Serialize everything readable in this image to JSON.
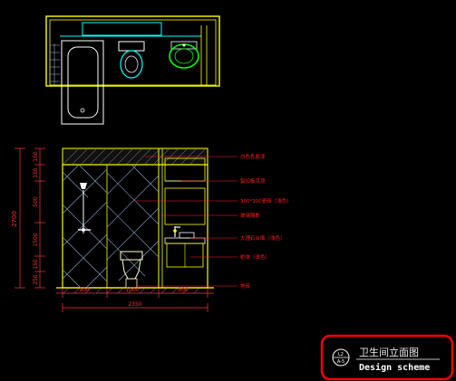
{
  "colors": {
    "background": "#000000",
    "outline": "#ffff00",
    "fixture": "#00ffff",
    "basin": "#00ff00",
    "tile": "#8aa6c8",
    "dimension": "#ff3333",
    "annotation": "#ff2020",
    "hatch": "#b0b0b0",
    "accent": "#ff0000",
    "title_text": "#ffffff"
  },
  "icons": [
    "bathtub-icon",
    "toilet-icon",
    "washbasin-icon",
    "showerhead-icon",
    "faucet-icon"
  ],
  "dimensions": {
    "vertical_total": "2700",
    "vertical_segments": [
      "150",
      "150",
      "500",
      "1500",
      "150",
      "250"
    ],
    "horizontal_segments": [
      "900",
      "1000",
      "600"
    ],
    "horizontal_total": "2350"
  },
  "annotations": [
    "白色乳胶漆",
    "铝扣板吊顶",
    "300*300瓷砖（浅色）",
    "玻璃隔断",
    "大理石台面（浅色）",
    "柜体（浅色）",
    "地砖"
  ],
  "title_block": {
    "badge_top": "L2",
    "badge_bottom": "A-5",
    "title_cn": "卫生间立面图",
    "title_en": "Design scheme"
  }
}
